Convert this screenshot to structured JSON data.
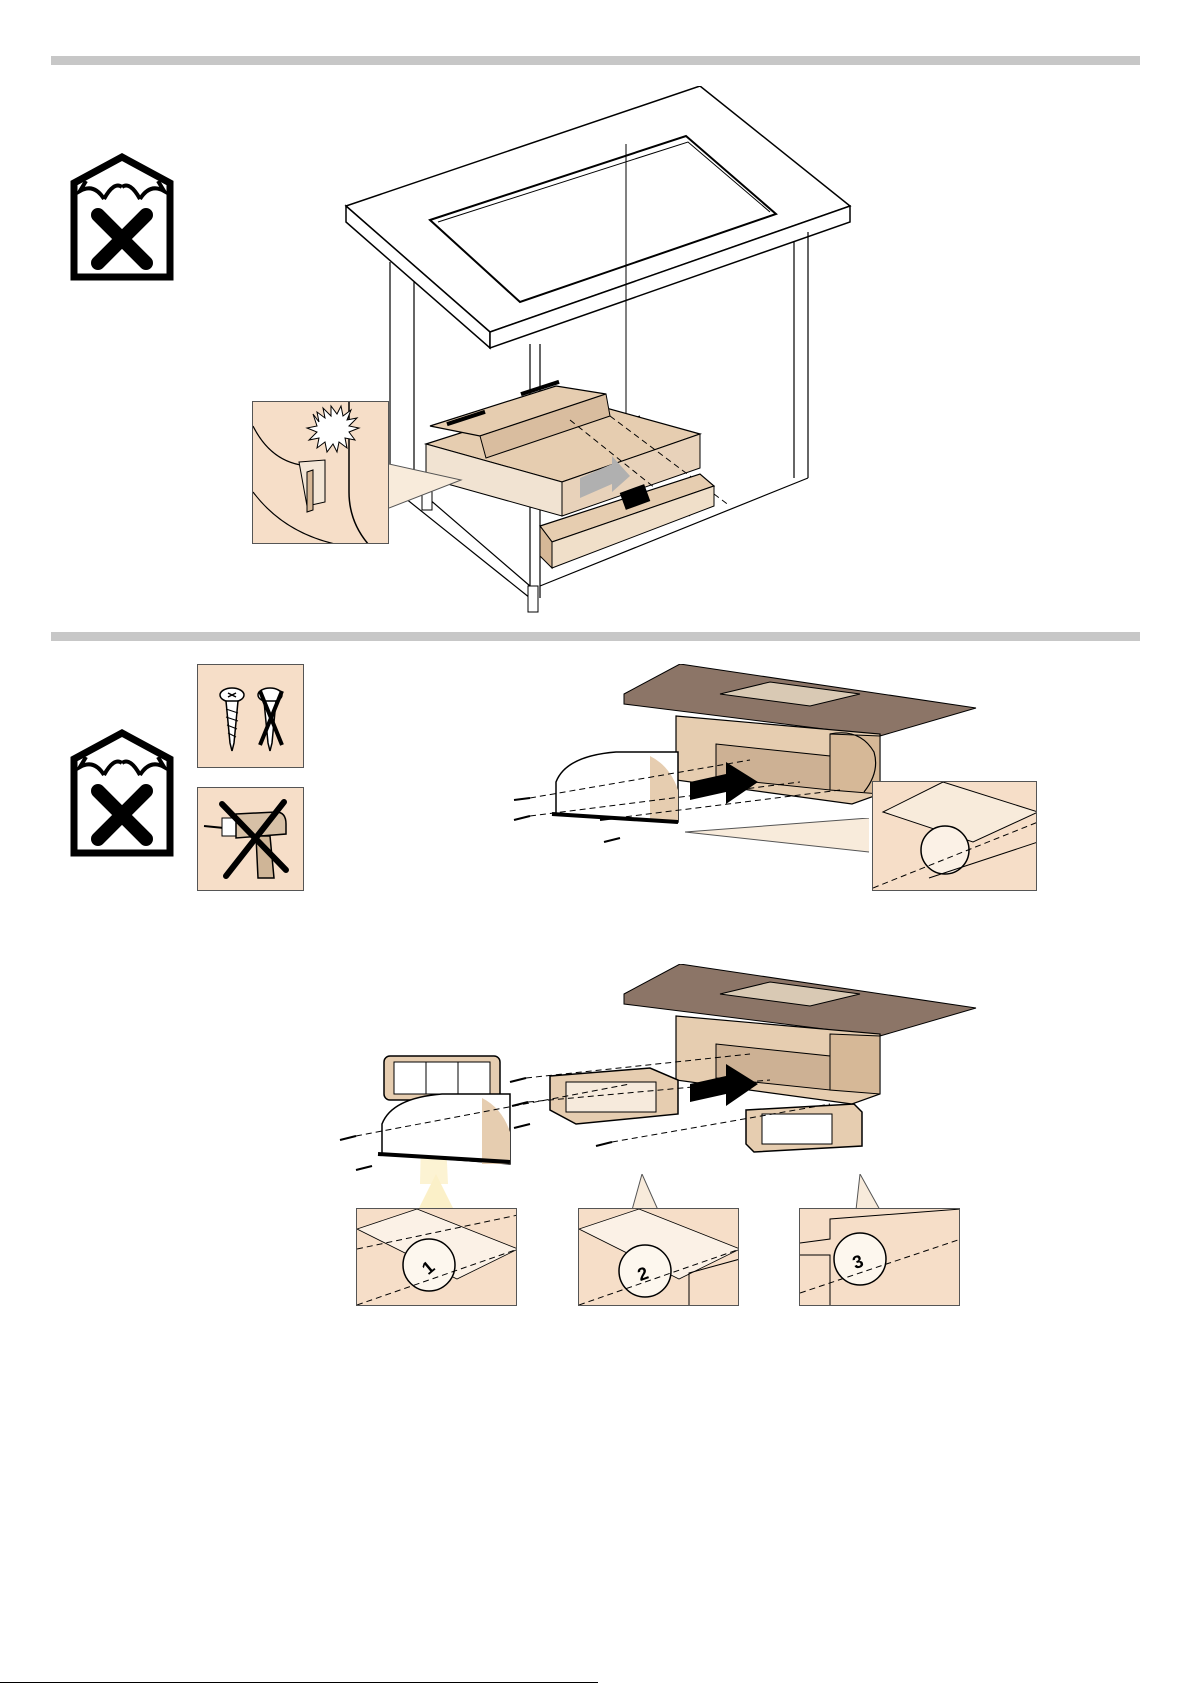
{
  "page": {
    "background": "#ffffff",
    "divider_color": "#c7c7c7",
    "accent_tan": "#f6dec8",
    "duct_color": "#e6cdb0",
    "hob_color": "#8c7567"
  },
  "icons": {
    "two_person": "two-person-install-icon",
    "screw_ok": "screw-icon",
    "screw_forbidden": "screw-crossed-icon",
    "drill_forbidden": "drill-crossed-icon",
    "arrow": "arrow-right-icon"
  },
  "figure3": {
    "callouts": [
      {
        "number": "1"
      },
      {
        "number": "2"
      },
      {
        "number": "3"
      }
    ]
  }
}
